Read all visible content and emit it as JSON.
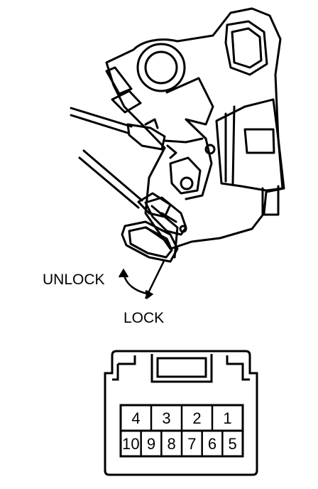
{
  "lock_diagram": {
    "labels": {
      "unlock": "UNLOCK",
      "lock": "LOCK"
    }
  },
  "connector": {
    "top_row_pins": [
      "4",
      "3",
      "2",
      "1"
    ],
    "bottom_row_pins": [
      "10",
      "9",
      "8",
      "7",
      "6",
      "5"
    ]
  },
  "colors": {
    "line": "#000000",
    "background": "#ffffff"
  }
}
